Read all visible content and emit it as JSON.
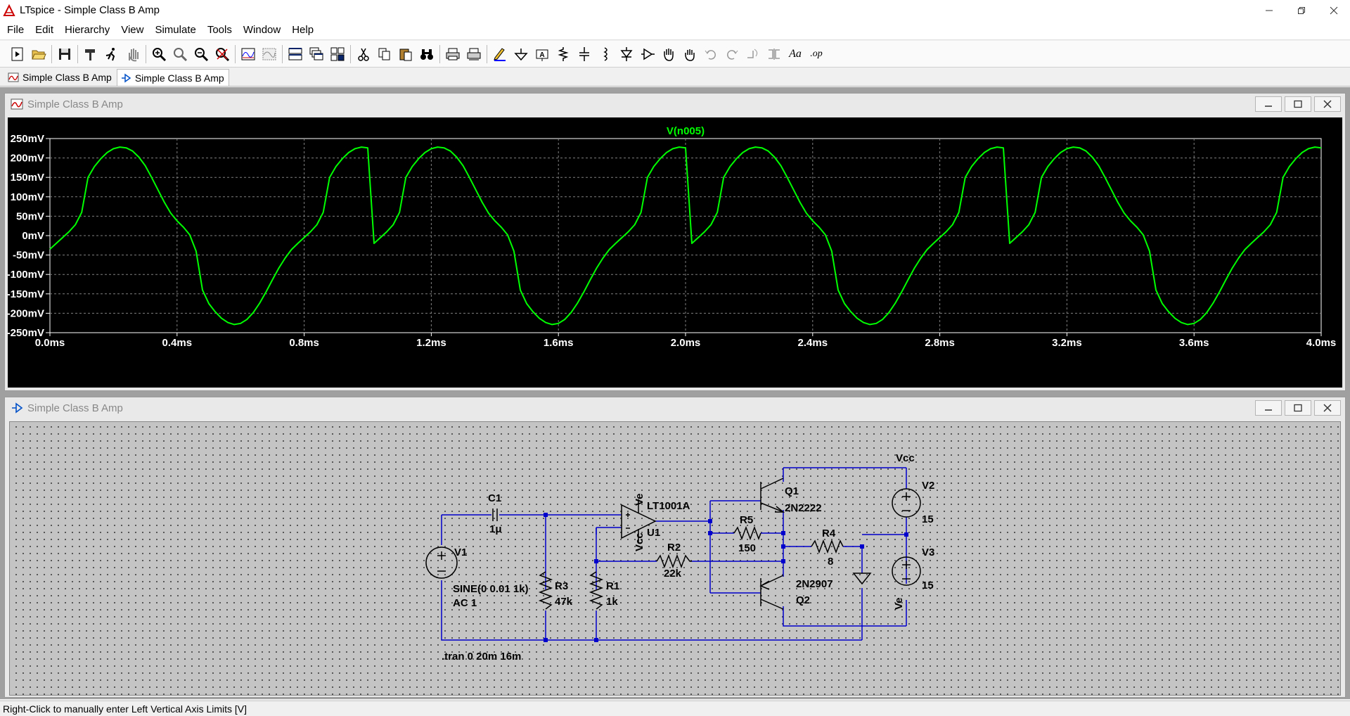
{
  "window": {
    "title": "LTspice - Simple Class B Amp"
  },
  "menu": [
    "File",
    "Edit",
    "Hierarchy",
    "View",
    "Simulate",
    "Tools",
    "Window",
    "Help"
  ],
  "toolbar": {
    "aa_label": "Aa",
    "op_label": ".op"
  },
  "tabs": [
    {
      "label": "Simple Class B Amp",
      "icon": "waveform-icon",
      "active": false
    },
    {
      "label": "Simple Class B Amp",
      "icon": "schematic-icon",
      "active": true
    }
  ],
  "plot_window": {
    "title": "Simple Class B Amp"
  },
  "schematic_window": {
    "title": "Simple Class B Amp"
  },
  "chart_data": {
    "type": "line",
    "title": "",
    "series": [
      {
        "name": "V(n005)",
        "color": "#00ff00",
        "x": [
          0.0,
          0.02,
          0.04,
          0.06,
          0.08,
          0.1,
          0.12,
          0.14,
          0.16,
          0.18,
          0.2,
          0.22,
          0.24,
          0.26,
          0.28,
          0.3,
          0.32,
          0.34,
          0.36,
          0.38,
          0.4,
          0.42,
          0.44,
          0.46,
          0.48,
          0.5,
          0.52,
          0.54,
          0.56,
          0.58,
          0.6,
          0.62,
          0.64,
          0.66,
          0.68,
          0.7,
          0.72,
          0.74,
          0.76,
          0.78,
          0.8,
          0.82,
          0.84,
          0.86,
          0.88,
          0.9,
          0.92,
          0.94,
          0.96,
          0.98,
          1.0
        ],
        "y": [
          -35,
          -20,
          -5,
          10,
          28,
          60,
          150,
          178,
          198,
          214,
          224,
          228,
          226,
          218,
          202,
          180,
          150,
          118,
          86,
          58,
          38,
          22,
          2,
          -40,
          -140,
          -175,
          -196,
          -213,
          -224,
          -229,
          -226,
          -216,
          -198,
          -174,
          -145,
          -114,
          -84,
          -58,
          -36,
          -20,
          -5,
          10,
          28,
          60,
          150,
          178,
          198,
          214,
          224,
          228,
          226
        ],
        "period_ms": 1.0
      }
    ],
    "xlabel": "",
    "ylabel": "",
    "xlim": [
      0.0,
      4.0
    ],
    "ylim": [
      -250,
      250
    ],
    "x_ticks": [
      "0.0ms",
      "0.4ms",
      "0.8ms",
      "1.2ms",
      "1.6ms",
      "2.0ms",
      "2.4ms",
      "2.8ms",
      "3.2ms",
      "3.6ms",
      "4.0ms"
    ],
    "y_ticks": [
      "250mV",
      "200mV",
      "150mV",
      "100mV",
      "50mV",
      "0mV",
      "-50mV",
      "-100mV",
      "-150mV",
      "-200mV",
      "-250mV"
    ],
    "grid": true,
    "background": "#000000"
  },
  "schematic": {
    "labels": {
      "c1_name": "C1",
      "c1_value": "1μ",
      "v1_name": "V1",
      "v1_value1": "SINE(0 0.01 1k)",
      "v1_value2": "AC 1",
      "r3_name": "R3",
      "r3_value": "47k",
      "r1_name": "R1",
      "r1_value": "1k",
      "r2_name": "R2",
      "r2_value": "22k",
      "u1_name": "U1",
      "u1_model": "LT1001A",
      "ve_top": "Ve",
      "vcc_bottom": "Vcc",
      "r5_name": "R5",
      "r5_value": "150",
      "q1_name": "Q1",
      "q1_model": "2N2222",
      "q2_name": "Q2",
      "q2_model": "2N2907",
      "r4_name": "R4",
      "r4_value": "8",
      "vcc_label": "Vcc",
      "ve_label": "Ve",
      "v2_name": "V2",
      "v2_value": "15",
      "v3_name": "V3",
      "v3_value": "15",
      "directive": ".tran 0 20m 16m"
    },
    "wire_color": "#0000cc",
    "text_color": "#000000"
  },
  "status": {
    "text": "Right-Click to manually enter Left Vertical Axis Limits [V]"
  }
}
